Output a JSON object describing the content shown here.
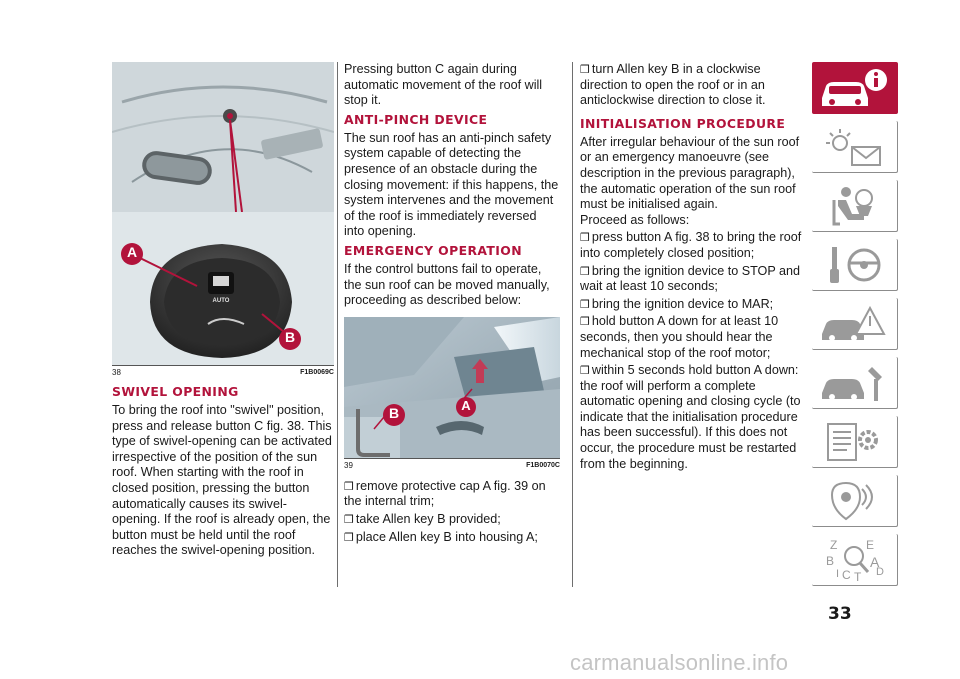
{
  "figures": {
    "fig38": {
      "number": "38",
      "code": "F1B0069C",
      "label_a": "A",
      "label_b": "B",
      "button_text": "AUTO"
    },
    "fig39": {
      "number": "39",
      "code": "F1B0070C",
      "label_a": "A",
      "label_b": "B"
    }
  },
  "swivel": {
    "heading": "SWIVEL OPENING",
    "text": "To bring the roof into \"swivel\" position, press and release button C fig. 38. This type of swivel-opening can be activated irrespective of the position of the sun roof. When starting with the roof in closed position, pressing the button automatically causes its swivel-opening. If the roof is already open, the button must be held until the roof reaches the swivel-opening position."
  },
  "col2": {
    "intro": "Pressing button C again during automatic movement of the roof will stop it.",
    "antipinch_heading": "ANTI-PINCH DEVICE",
    "antipinch_text": "The sun roof has an anti-pinch safety system capable of detecting the presence of an obstacle during the closing movement: if this happens, the system intervenes and the movement of the roof is immediately reversed into opening.",
    "emergency_heading": "EMERGENCY OPERATION",
    "emergency_text": "If the control buttons fail to operate, the sun roof can be moved manually, proceeding as described below:",
    "bullets": [
      "remove protective cap A fig. 39 on the internal trim;",
      "take Allen key B provided;",
      "place Allen key B into housing A;"
    ]
  },
  "col3": {
    "bullet_top": "turn Allen key B in a clockwise direction to open the roof or in an anticlockwise direction to close it.",
    "init_heading": "INITIALISATION PROCEDURE",
    "init_text": "After irregular behaviour of the sun roof or an emergency manoeuvre (see description in the previous paragraph), the automatic operation of the sun roof must be initialised again.",
    "proceed": "Proceed as follows:",
    "bullets": [
      "press button A fig. 38 to bring the roof into completely closed position;",
      "bring the ignition device to STOP and wait at least 10 seconds;",
      "bring the ignition device to MAR;",
      "hold button A down for at least 10 seconds, then you should hear the mechanical stop of the roof motor;",
      "within 5 seconds hold button A down: the roof will perform a complete automatic opening and closing cycle (to indicate that the initialisation procedure has been successful). If this does not occur, the procedure must be restarted from the beginning."
    ]
  },
  "bullet_glyph": "❒",
  "index_tabs": {
    "icons": [
      "car-info-icon",
      "lights-warning-icon",
      "seat-airbag-icon",
      "key-steering-icon",
      "emergency-car-icon",
      "car-maintenance-icon",
      "technical-data-icon",
      "multimedia-icon",
      "alphabetical-index-icon"
    ],
    "index_letters": [
      "Z",
      "E",
      "B",
      "A",
      "C",
      "D",
      "T",
      "I"
    ]
  },
  "page_number": "33",
  "watermark": "carmanualsonline.info",
  "colors": {
    "accent": "#b2133b",
    "text": "#1a1a1a",
    "rule": "#6e6e6e"
  }
}
